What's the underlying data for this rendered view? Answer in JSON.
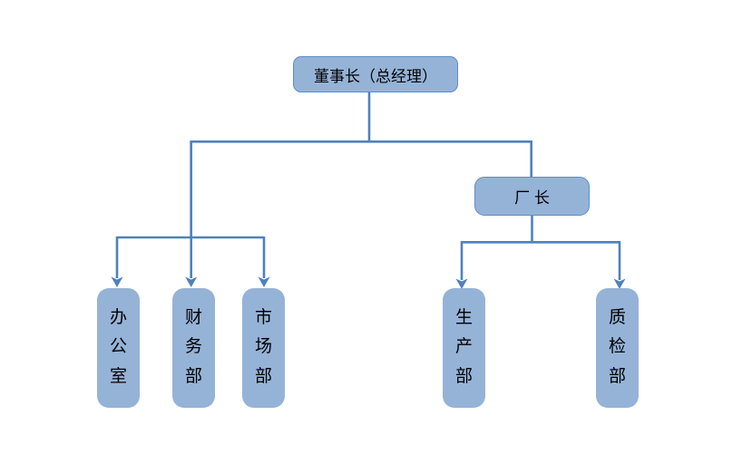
{
  "chart": {
    "type": "org-chart",
    "root": {
      "label": "董事长（总经理）"
    },
    "factory_director": {
      "label": "厂 长"
    },
    "departments": {
      "office": "办公室",
      "finance": "财务部",
      "marketing": "市场部",
      "production": "生产部",
      "quality": "质检部"
    },
    "hierarchy": {
      "董事长（总经理）": [
        "办公室",
        "财务部",
        "市场部",
        "厂 长"
      ],
      "厂 长": [
        "生产部",
        "质检部"
      ]
    },
    "colors": {
      "box_fill": "#95B3D7",
      "box_border": "#5B8DC9",
      "connector": "#4F81BD",
      "text": "#000000",
      "background": "#FFFFFF"
    }
  }
}
